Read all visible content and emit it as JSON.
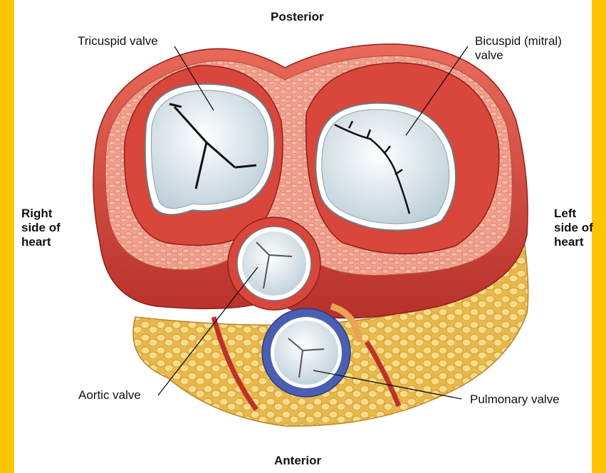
{
  "orientation": {
    "posterior": "Posterior",
    "anterior": "Anterior",
    "right_side": [
      "Right",
      "side of",
      "heart"
    ],
    "left_side": [
      "Left",
      "side of",
      "heart"
    ]
  },
  "labels": {
    "tricuspid": "Tricuspid valve",
    "bicuspid": [
      "Bicuspid (mitral)",
      "valve"
    ],
    "aortic": "Aortic valve",
    "pulmonary": "Pulmonary valve"
  },
  "colors": {
    "frame": "#ffc400",
    "muscle": "#d9463c",
    "muscle_dark": "#b82a26",
    "annulus": "#f0a08c",
    "fat": "#f4d37a",
    "valve": "#dfe9ee",
    "pulmonary_ring": "#4a5fb0"
  }
}
